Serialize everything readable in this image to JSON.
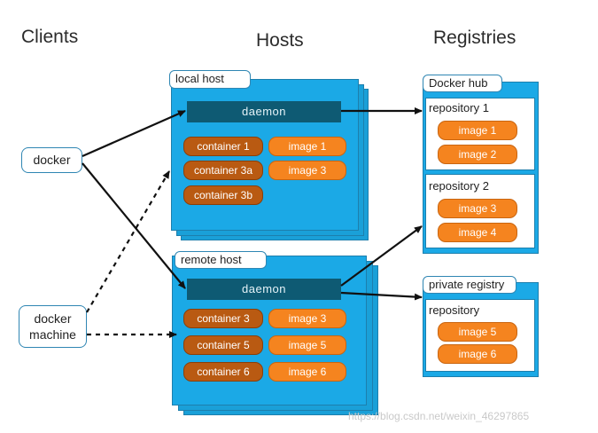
{
  "columns": {
    "clients": "Clients",
    "hosts": "Hosts",
    "registries": "Registries"
  },
  "clients": {
    "docker": "docker",
    "docker_machine_line1": "docker",
    "docker_machine_line2": "machine"
  },
  "local_host": {
    "title": "local host",
    "daemon": "daemon",
    "containers": [
      "container 1",
      "container 3a",
      "container 3b"
    ],
    "images": [
      "image 1",
      "image 3"
    ]
  },
  "remote_host": {
    "title": "remote host",
    "daemon": "daemon",
    "containers": [
      "container 3",
      "container 5",
      "container 6"
    ],
    "images": [
      "image 3",
      "image 5",
      "image 6"
    ]
  },
  "docker_hub": {
    "title": "Docker hub",
    "repositories": [
      {
        "name": "repository 1",
        "images": [
          "image 1",
          "image 2"
        ]
      },
      {
        "name": "repository 2",
        "images": [
          "image 3",
          "image 4"
        ]
      }
    ]
  },
  "private_registry": {
    "title": "private registry",
    "repository": {
      "name": "repository",
      "images": [
        "image 5",
        "image 6"
      ]
    }
  },
  "watermark": "https://blog.csdn.net/weixin_46297865",
  "colors": {
    "host_blue": "#1ba9e6",
    "daemon": "#0e5a73",
    "container": "#b95a12",
    "image": "#f5841f"
  }
}
